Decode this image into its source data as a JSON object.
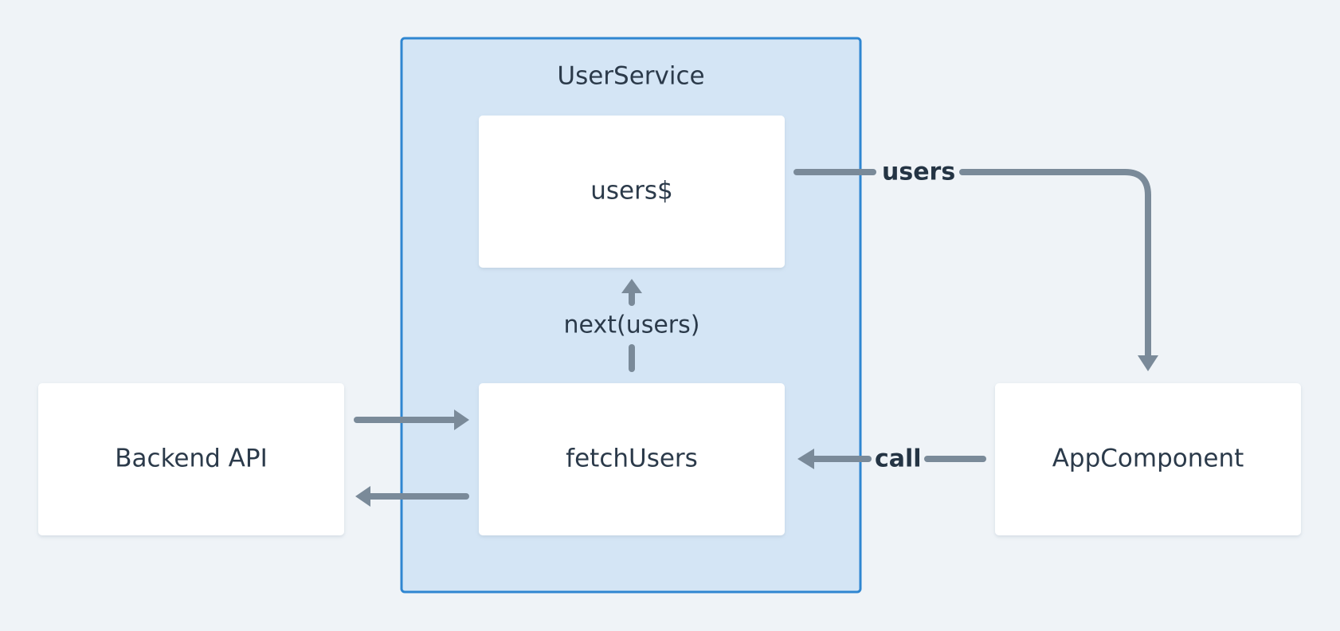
{
  "diagram": {
    "container": {
      "label": "UserService"
    },
    "nodes": {
      "users_subject": {
        "label": "users$"
      },
      "fetch_users": {
        "label": "fetchUsers"
      },
      "backend_api": {
        "label": "Backend API"
      },
      "app_component": {
        "label": "AppComponent"
      }
    },
    "edges": {
      "next_users": {
        "label": "next(users)"
      },
      "users_flow": {
        "label": "users"
      },
      "call_flow": {
        "label": "call"
      }
    }
  },
  "colors": {
    "background": "#eff3f7",
    "container_fill": "#d4e5f5",
    "container_border": "#2f86d1",
    "node_fill": "#ffffff",
    "edge": "#7a8a99",
    "text": "#2b3a4a"
  }
}
